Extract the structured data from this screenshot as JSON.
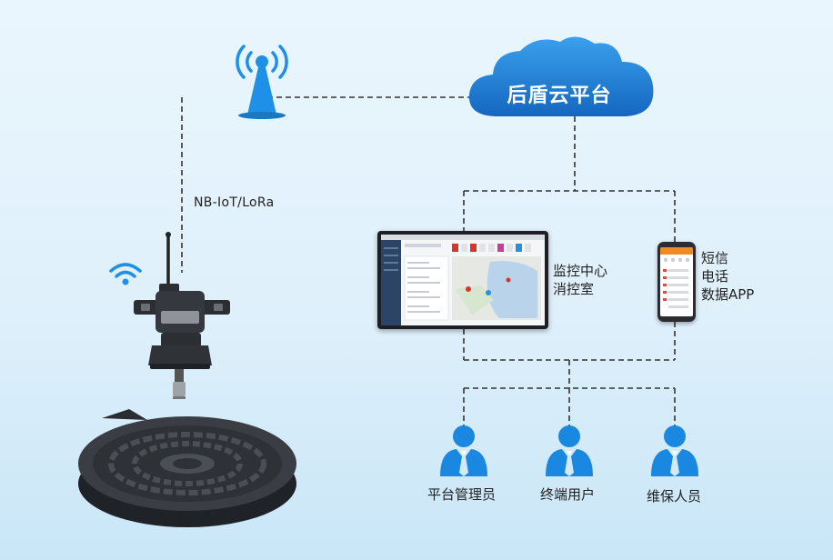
{
  "cloud": {
    "label": "后盾云平台"
  },
  "link": {
    "protocol": "NB-IoT/LoRa"
  },
  "terminals": {
    "monitor_caption": [
      "监控中心",
      "消控室"
    ],
    "mobile_caption": [
      "短信",
      "电话",
      "数据APP"
    ]
  },
  "users": [
    {
      "label": "平台管理员"
    },
    {
      "label": "终端用户"
    },
    {
      "label": "维保人员"
    }
  ],
  "colors": {
    "cloud": "#1f7fd4",
    "tower": "#1e90e8",
    "person": "#1a88e0",
    "wifi": "#1e90e8",
    "wire": "#333333",
    "device": "#2b2e33"
  },
  "icons": [
    "signal-tower-icon",
    "cloud-icon",
    "wifi-icon",
    "person-icon"
  ]
}
